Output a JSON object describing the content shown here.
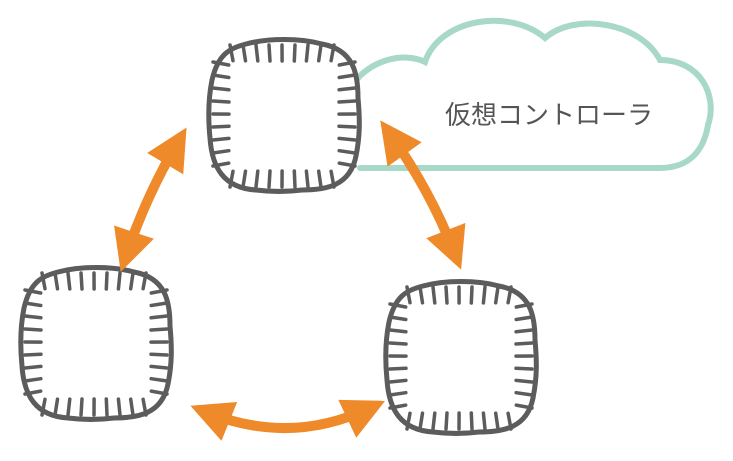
{
  "cloud": {
    "label": "仮想コントローラ",
    "stroke_color": "#a8d8c8",
    "text_color": "#555555"
  },
  "access_points": [
    {
      "name": "ap-top",
      "icon": "access-point-icon"
    },
    {
      "name": "ap-left",
      "icon": "access-point-icon"
    },
    {
      "name": "ap-right",
      "icon": "access-point-icon"
    }
  ],
  "links": [
    {
      "from": "ap-top",
      "to": "ap-left",
      "style": "double-arrow"
    },
    {
      "from": "ap-top",
      "to": "ap-right",
      "style": "double-arrow"
    },
    {
      "from": "ap-left",
      "to": "ap-right",
      "style": "double-arrow"
    }
  ],
  "colors": {
    "device_outline": "#5c5c5c",
    "arrow": "#ef8a2a",
    "background": "#ffffff"
  }
}
